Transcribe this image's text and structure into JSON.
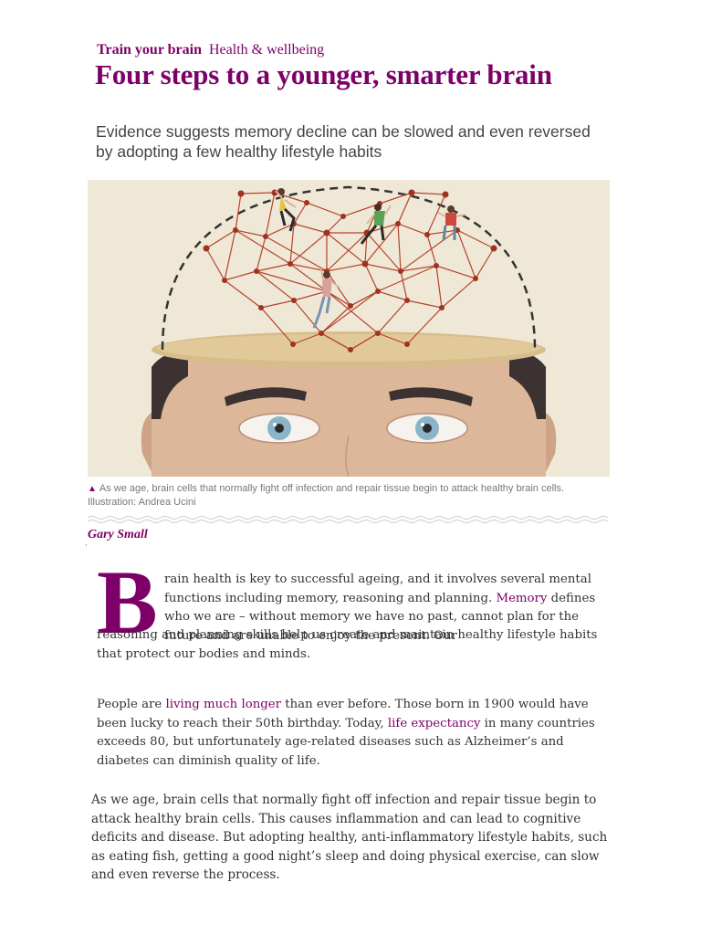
{
  "kicker": {
    "series": "Train your brain",
    "section": "Health & wellbeing"
  },
  "headline": "Four steps to a younger, smarter brain",
  "standfirst": "Evidence suggests memory decline can be slowed and even reversed by adopting a few healthy lifestyle habits",
  "caption": {
    "text": "As we age, brain cells that normally fight off infection and repair tissue begin to attack healthy brain cells.",
    "credit": "Illustration: Andrea Ucini"
  },
  "byline": "Gary Small",
  "article": {
    "drop_cap": "B",
    "p1": {
      "first_line": "rain health is key to successful ageing, and it involves several mental functions including memory, reasoning and planning.",
      "link_memory": "Memory",
      "after_memory": " defines who we are – without memory we have no past, cannot plan for the future and are unable to enjoy the present. Our",
      "rest": "reasoning and planning skills help us create and maintain healthy lifestyle habits that protect our bodies and minds."
    },
    "p2": {
      "before_link1": "People are ",
      "link1": "living much longer",
      "between": " than ever before. Those born in 1900 would have been lucky to reach their 50th birthday. Today, ",
      "link2": "life expectancy",
      "after": " in many countries exceeds 80, but unfortunately age-related diseases such as Alzheimer’s and diabetes can diminish quality of life."
    },
    "p3": "As we age, brain cells that normally fight off infection and repair tissue begin to attack healthy brain cells. This causes inflammation and can lead to cognitive deficits and disease. But adopting healthy, anti-inflammatory lifestyle habits, such as eating fish, getting a good night’s sleep and doing physical exercise, can slow and even reverse the process."
  },
  "colors": {
    "accent": "#7d0068",
    "illustration_bg": "#efe8d6",
    "net": "#b4442c"
  }
}
